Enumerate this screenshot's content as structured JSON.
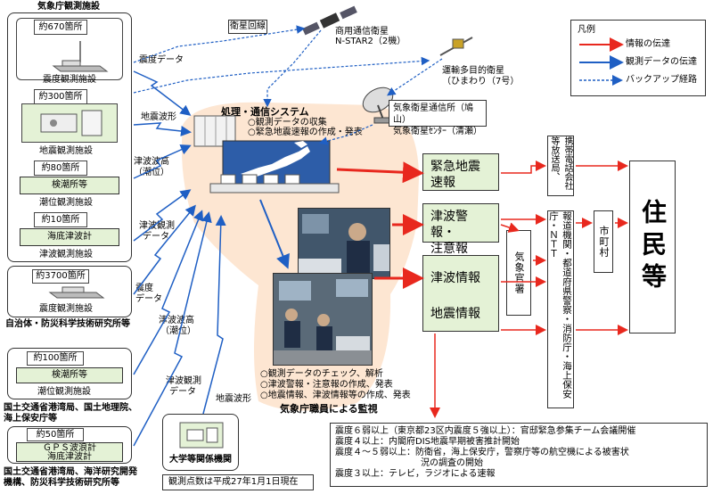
{
  "jma_facilities": {
    "heading": "気象庁観測施設",
    "items": [
      {
        "count": "約670箇所",
        "label": "震度観測施設"
      },
      {
        "count": "約300箇所",
        "label": "地震観測施設"
      },
      {
        "count": "約80箇所",
        "name": "検潮所等",
        "label": "潮位観測施設"
      },
      {
        "count": "約10箇所",
        "name": "海底津波計",
        "label": "津波観測施設"
      }
    ]
  },
  "local_gov": {
    "count": "約3700箇所",
    "label": "震度観測施設",
    "org": "自治体・防災科学技術研究所等"
  },
  "mlit1": {
    "count": "約100箇所",
    "name": "検潮所等",
    "label": "潮位観測施設",
    "org_line1": "国土交通省港湾局、国土地理院、",
    "org_line2": "海上保安庁等"
  },
  "mlit2": {
    "count": "約50箇所",
    "name_line1": "ＧＰＳ波浪計",
    "name_line2": "海底津波計",
    "org_line1": "国土交通省港湾局、海洋研究開発",
    "org_line2": "機構、防災科学技術研究所等"
  },
  "univ": {
    "label": "大学等関係機関"
  },
  "note": "観測点数は平成27年1月1日現在",
  "satellite_line": "衛星回線",
  "comm_sat": {
    "line1": "商用通信衛星",
    "line2": "N-STAR2（2機）"
  },
  "himawari": {
    "line1": "運輸多目的衛星",
    "line2": "（ひまわり（7号）"
  },
  "ground_station": {
    "line1": "気象衛星通信所（鳩山）",
    "line2": "気象衛星ｾﾝﾀｰ（清瀬）"
  },
  "flow_labels": {
    "shindo_data": "震度データ",
    "jishin_hakei": "地震波形",
    "tsunami_hakou": "津波波高",
    "choui": "（潮位）",
    "tsunami_kansoku": "津波観測",
    "data": "データ",
    "shindo": "震度",
    "data2": "データ",
    "tsunami_hakou2": "津波波高",
    "choui2": "（潮位）",
    "tsunami_kansoku2": "津波観測",
    "data3": "データ",
    "jishin_hakei2": "地震波形"
  },
  "processing": {
    "title": "処理・通信システム",
    "item1": "○観測データの収集",
    "item2": "○緊急地震速報の作成・発表"
  },
  "monitoring": {
    "item1": "○観測データのチェック、解析",
    "item2": "○津波警報・注意報の作成、発表",
    "item3": "○地震情報、津波情報等の作成、発表",
    "caption": "気象庁職員による監視"
  },
  "outputs": {
    "eew": {
      "line1": "緊急地震",
      "line2": "速報"
    },
    "tsunami_warning": {
      "line1": "津波警報・",
      "line2": "注意報"
    },
    "tsunami_info": "津波情報",
    "eq_info": "地震情報"
  },
  "kishou_kansho": "気象官署",
  "broadcast": "携帯電話会社等放送局、",
  "agencies": "報道機関・都道府県警察・消防庁・海上保安庁・ＮＴＴ",
  "municipality": "市町村",
  "residents": "住民等",
  "legend": {
    "title": "凡例",
    "item1": "情報の伝達",
    "item2": "観測データの伝達",
    "item3": "バックアップ経路",
    "colors": {
      "info": "#e8281e",
      "obs": "#1f5fc4",
      "backup": "#1f5fc4"
    }
  },
  "intensity": {
    "line1": "震度６弱以上（東京都23区内震度５強以上）：官邸緊急参集チーム会議開催",
    "line2": "震度４以上：内閣府DIS地震早期被害推計開始",
    "line3": "震度４～５弱以上：防衛省，海上保安庁，警察庁等の航空機による被害状",
    "line3b": "況の調査の開始",
    "line4": "震度３以上：テレビ，ラジオによる速報"
  }
}
